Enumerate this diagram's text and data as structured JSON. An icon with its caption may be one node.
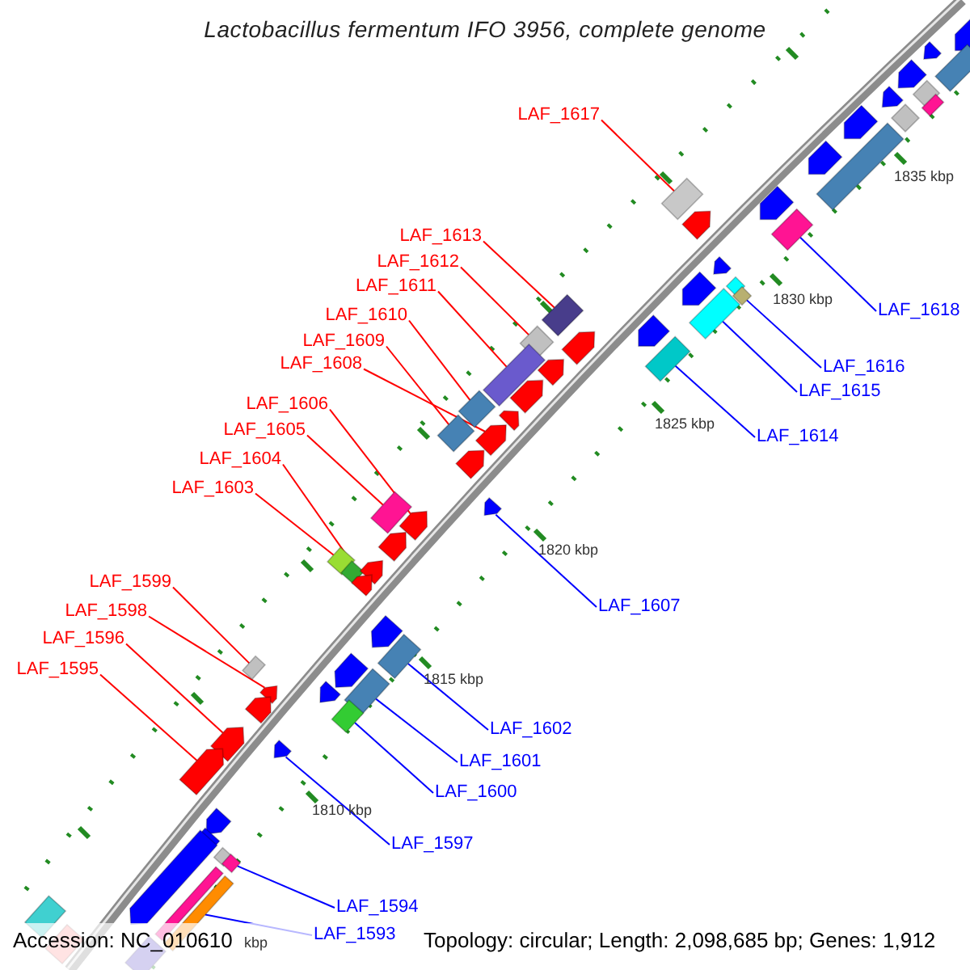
{
  "diagram": {
    "title": "Lactobacillus fermentum IFO 3956, complete genome",
    "nodes": [
      {
        "text": [
          "LAF_1617"
        ]
      },
      {
        "text": [
          "LAF_1613"
        ]
      },
      {
        "text": [
          "LAF_1612"
        ]
      },
      {
        "text": [
          "LAF_1611"
        ]
      },
      {
        "text": [
          "LAF_1618"
        ]
      },
      {
        "text": [
          "LAF_1610"
        ]
      },
      {
        "text": [
          "LAF_1609"
        ]
      },
      {
        "text": [
          "LAF_1608"
        ]
      },
      {
        "text": [
          "LAF_1616"
        ]
      },
      {
        "text": [
          "LAF_1615"
        ]
      },
      {
        "text": [
          "LAF_1606"
        ]
      },
      {
        "text": [
          "LAF_1605"
        ]
      },
      {
        "text": [
          "LAF_1614"
        ]
      },
      {
        "text": [
          "LAF_1604"
        ]
      },
      {
        "text": [
          "LAF_1603"
        ]
      },
      {
        "text": [
          "LAF_1599"
        ]
      },
      {
        "text": [
          "LAF_1607"
        ]
      },
      {
        "text": [
          "LAF_1598"
        ]
      },
      {
        "text": [
          "LAF_1596"
        ]
      },
      {
        "text": [
          "LAF_1595"
        ]
      },
      {
        "text": [
          "LAF_1602"
        ]
      },
      {
        "text": [
          "LAF_1601"
        ]
      },
      {
        "text": [
          "LAF_1600"
        ]
      },
      {
        "text": [
          "LAF_1597"
        ]
      },
      {
        "text": [
          "LAF_1594"
        ]
      },
      {
        "text": [
          "LAF_1593"
        ]
      },
      {
        "text": [],
        "shape": "pentagon"
      },
      {
        "text": [],
        "shape": "pentagon"
      },
      {
        "text": [],
        "shape": "bar"
      },
      {
        "text": [],
        "shape": "pentagon"
      },
      {
        "text": [],
        "shape": "pentagon"
      },
      {
        "text": [],
        "shape": "bar"
      },
      {
        "text": [],
        "shape": "bar"
      },
      {
        "text": [],
        "shape": "bar"
      },
      {
        "text": [],
        "shape": "pentagon"
      },
      {
        "text": [],
        "shape": "pentagon"
      },
      {
        "text": [],
        "shape": "bar"
      },
      {
        "text": [],
        "shape": "pentagon"
      },
      {
        "text": [],
        "shape": "bar"
      },
      {
        "text": [],
        "shape": "pentagon"
      },
      {
        "text": [],
        "shape": "pentagon"
      },
      {
        "text": [],
        "shape": "bar"
      },
      {
        "text": [],
        "shape": "bar"
      },
      {
        "text": [],
        "shape": "bar"
      },
      {
        "text": [],
        "shape": "pentagon"
      },
      {
        "text": [],
        "shape": "bar"
      },
      {
        "text": [],
        "shape": "bar"
      },
      {
        "text": [],
        "shape": "pentagon"
      },
      {
        "text": [],
        "shape": "bar"
      },
      {
        "text": [],
        "shape": "bar"
      },
      {
        "text": [],
        "shape": "bar"
      },
      {
        "text": [],
        "shape": "bar"
      },
      {
        "text": [],
        "shape": "bar"
      },
      {
        "text": [],
        "shape": "pentagon"
      },
      {
        "text": [],
        "shape": "pentagon"
      },
      {
        "text": [],
        "shape": "pentagon"
      },
      {
        "text": [],
        "shape": "pentagon"
      },
      {
        "text": [],
        "shape": "pentagon"
      },
      {
        "text": [],
        "shape": "pentagon"
      },
      {
        "text": [],
        "shape": "bar"
      },
      {
        "text": [],
        "shape": "pentagon"
      },
      {
        "text": [],
        "shape": "pentagon"
      },
      {
        "text": [],
        "shape": "bar"
      },
      {
        "text": [],
        "shape": "bar"
      },
      {
        "text": [],
        "shape": "pentagon"
      },
      {
        "text": [],
        "shape": "pentagon"
      },
      {
        "text": [],
        "shape": "pentagon"
      },
      {
        "text": [],
        "shape": "pentagon"
      },
      {
        "text": [],
        "shape": "bar"
      },
      {
        "text": [],
        "shape": "pentagon"
      },
      {
        "text": [],
        "shape": "pentagon"
      },
      {
        "text": [],
        "shape": "bar"
      },
      {
        "text": [],
        "shape": "bar"
      },
      {
        "text": [],
        "shape": "pentagon"
      },
      {
        "text": [],
        "shape": "bar"
      },
      {
        "text": [],
        "shape": "pentagon"
      },
      {
        "text": [],
        "shape": "pentagon"
      },
      {
        "text": [],
        "shape": "pentagon"
      },
      {
        "text": [],
        "shape": "pentagon"
      },
      {
        "text": [],
        "shape": "pentagon"
      },
      {
        "text": [],
        "shape": "pentagon"
      },
      {
        "text": [],
        "shape": "pentagon"
      },
      {
        "text": [],
        "shape": "bar"
      },
      {
        "text": [],
        "shape": "bar"
      },
      {
        "text": [],
        "shape": "bar"
      },
      {
        "text": [],
        "shape": "bar"
      },
      {
        "text": [],
        "shape": "bar"
      },
      {
        "text": [],
        "shape": "bar"
      },
      {
        "text": [],
        "shape": "bar"
      }
    ],
    "edges": [
      {
        "from": 0,
        "to": 46,
        "arrow": "none",
        "color": "#ff0000"
      },
      {
        "from": 1,
        "to": 48,
        "arrow": "none",
        "color": "#ff0000"
      },
      {
        "from": 2,
        "to": 49,
        "arrow": "none",
        "color": "#ff0000"
      },
      {
        "from": 3,
        "to": 50,
        "arrow": "none",
        "color": "#ff0000"
      },
      {
        "from": 4,
        "to": 38,
        "arrow": "none",
        "color": "#0000ff"
      },
      {
        "from": 5,
        "to": 51,
        "arrow": "none",
        "color": "#ff0000"
      },
      {
        "from": 6,
        "to": 52,
        "arrow": "none",
        "color": "#ff0000"
      },
      {
        "from": 7,
        "to": 57,
        "arrow": "none",
        "color": "#ff0000"
      },
      {
        "from": 8,
        "to": 42,
        "arrow": "none",
        "color": "#0000ff"
      },
      {
        "from": 9,
        "to": 43,
        "arrow": "none",
        "color": "#0000ff"
      },
      {
        "from": 10,
        "to": 60,
        "arrow": "none",
        "color": "#ff0000"
      },
      {
        "from": 11,
        "to": 59,
        "arrow": "none",
        "color": "#ff0000"
      },
      {
        "from": 12,
        "to": 45,
        "arrow": "none",
        "color": "#0000ff"
      },
      {
        "from": 13,
        "to": 65,
        "arrow": "none",
        "color": "#ff0000"
      },
      {
        "from": 14,
        "to": 62,
        "arrow": "none",
        "color": "#ff0000"
      },
      {
        "from": 15,
        "to": 74,
        "arrow": "none",
        "color": "#ff0000"
      },
      {
        "from": 16,
        "to": 66,
        "arrow": "none",
        "color": "#0000ff"
      },
      {
        "from": 17,
        "to": 75,
        "arrow": "none",
        "color": "#ff0000"
      },
      {
        "from": 18,
        "to": 77,
        "arrow": "none",
        "color": "#ff0000"
      },
      {
        "from": 19,
        "to": 78,
        "arrow": "none",
        "color": "#ff0000"
      },
      {
        "from": 20,
        "to": 68,
        "arrow": "none",
        "color": "#0000ff"
      },
      {
        "from": 21,
        "to": 71,
        "arrow": "none",
        "color": "#0000ff"
      },
      {
        "from": 22,
        "to": 72,
        "arrow": "none",
        "color": "#0000ff"
      },
      {
        "from": 23,
        "to": 73,
        "arrow": "none",
        "color": "#0000ff"
      },
      {
        "from": 24,
        "to": 83,
        "arrow": "none",
        "color": "#0000ff"
      },
      {
        "from": 25,
        "to": 85,
        "arrow": "none",
        "color": "#0000ff"
      }
    ],
    "labels": [
      "1835 kbp",
      "1830 kbp",
      "1825 kbp",
      "1820 kbp",
      "1815 kbp",
      "1810 kbp",
      "Accession: NC_010610",
      "kbp",
      "Topology: circular; Length: 2,098,685 bp; Genes: 1,912"
    ]
  }
}
